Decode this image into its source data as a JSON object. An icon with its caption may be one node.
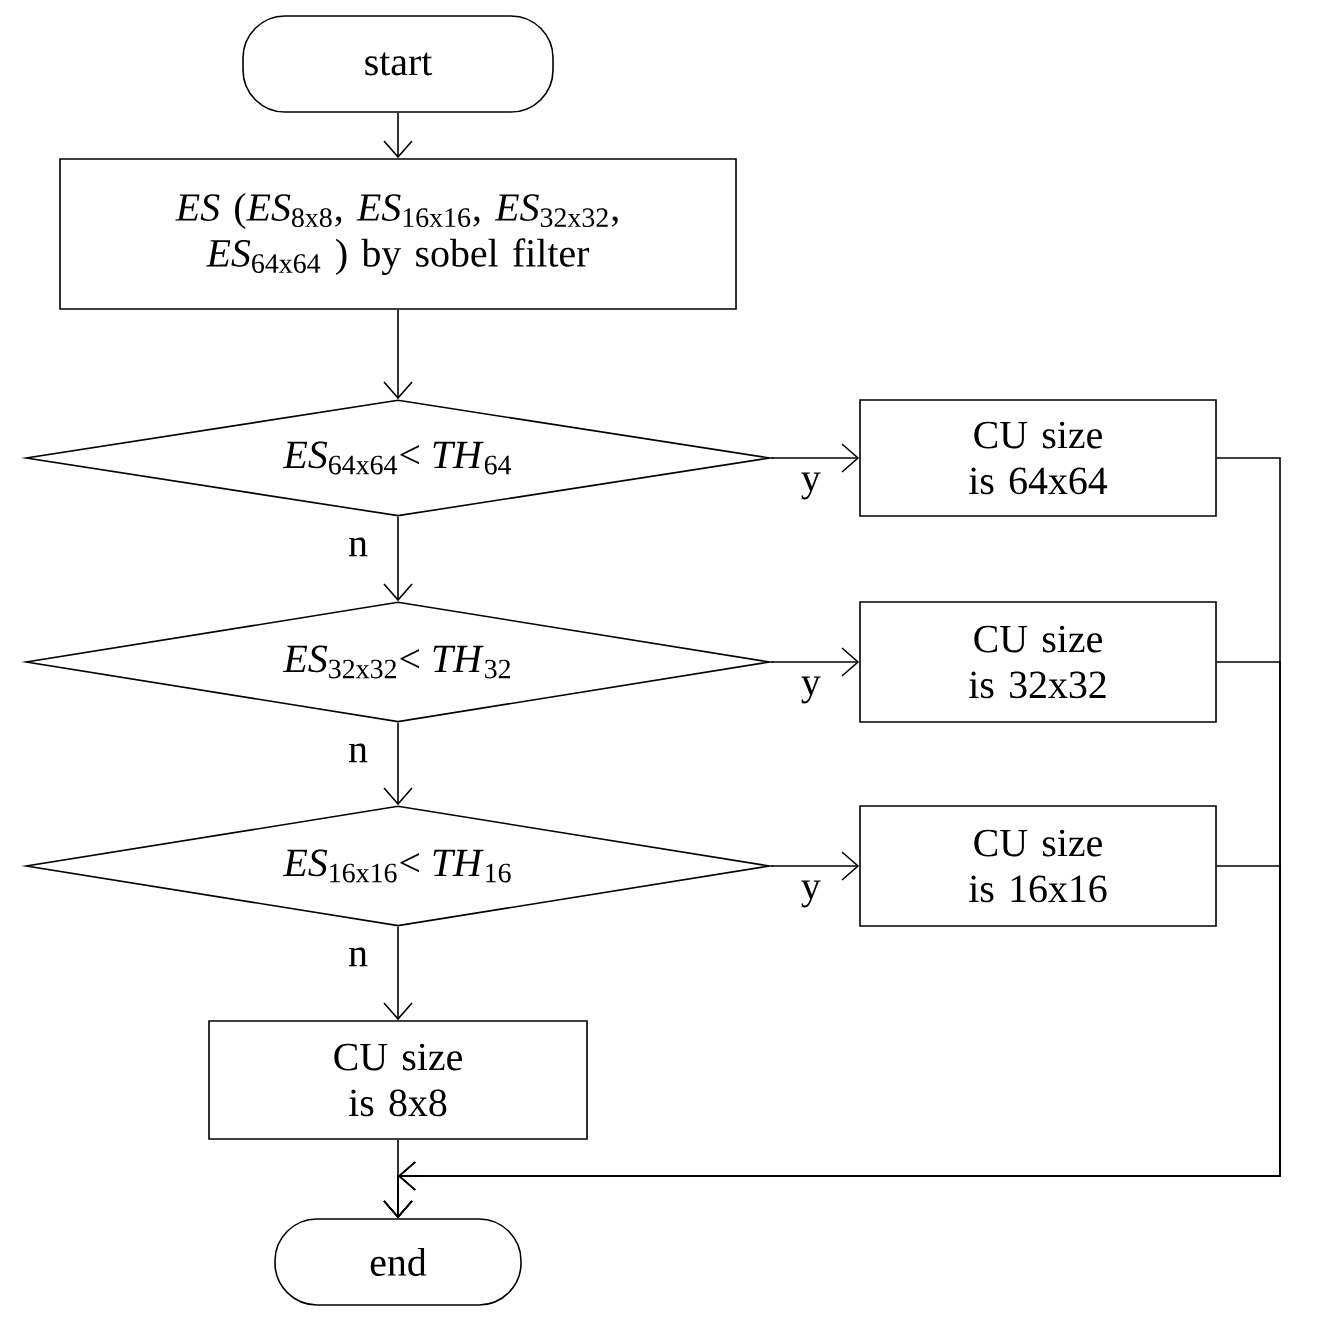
{
  "diagram": {
    "nodes": [
      {
        "text": [
          "start"
        ]
      },
      {
        "text": [
          "*ES* (*ES*$_{8x8}$, *ES*$_{16x16}$, *ES*$_{32x32}$, *ES*$_{64x64}$ ) by sobel filter"
        ]
      },
      {
        "text": [
          "*ES*$_{64x64}$< *TH*$_{64}$"
        ]
      },
      {
        "text": [
          "CU size is 64x64"
        ]
      },
      {
        "text": [
          "*ES*$_{32x32}$< *TH*$_{32}$"
        ]
      },
      {
        "text": [
          "CU size is 32x32"
        ]
      },
      {
        "text": [
          "*ES*$_{16x16}$< *TH*$_{16}$"
        ]
      },
      {
        "text": [
          "CU size is 16x16"
        ]
      },
      {
        "text": [
          "CU size is 8x8"
        ]
      },
      {
        "text": [
          "end"
        ]
      }
    ],
    "edges": [
      {
        "from": 0,
        "to": 1,
        "arrow": "to"
      },
      {
        "from": 1,
        "to": 2,
        "arrow": "to"
      },
      {
        "from": 2,
        "to": 3,
        "arrow": "to",
        "label": "y"
      },
      {
        "from": 2,
        "to": 4,
        "arrow": "to",
        "label": "n"
      },
      {
        "from": 4,
        "to": 5,
        "arrow": "to",
        "label": "y"
      },
      {
        "from": 4,
        "to": 6,
        "arrow": "to",
        "label": "n"
      },
      {
        "from": 6,
        "to": 7,
        "arrow": "to",
        "label": "y"
      },
      {
        "from": 6,
        "to": 8,
        "arrow": "to",
        "label": "n"
      },
      {
        "from": 8,
        "to": 9,
        "arrow": "to"
      },
      {
        "from": 3,
        "to": 9,
        "arrow": "to"
      },
      {
        "from": 5,
        "to": 9,
        "arrow": "to"
      },
      {
        "from": 7,
        "to": 9,
        "arrow": "to"
      }
    ]
  }
}
